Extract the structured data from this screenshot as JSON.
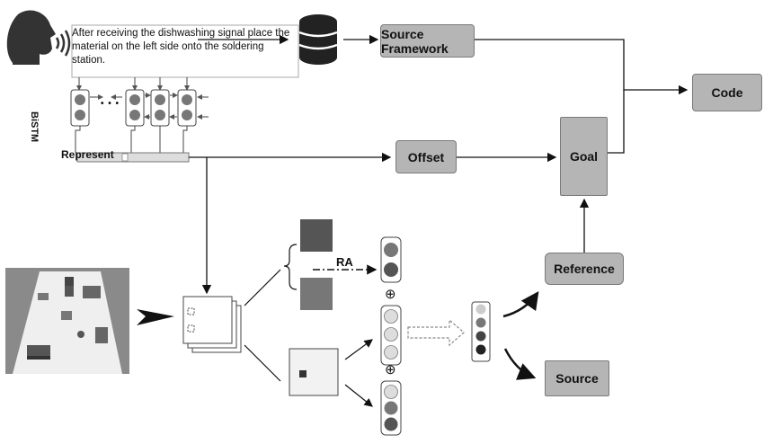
{
  "speech_text": "After receiving the dishwashing signal place the material on the left side onto the soldering station.",
  "labels": {
    "source_framework": "Source Framework",
    "code": "Code",
    "bistm": "BiSTM",
    "represent": "Represent",
    "offset": "Offset",
    "goal": "Goal",
    "reference": "Reference",
    "source": "Source",
    "ra": "RA",
    "ellipsis": "• • •",
    "oplus": "⊕"
  },
  "icons": [
    "speaking-head-icon",
    "sound-waves-icon",
    "database-icon",
    "scene-image",
    "dashed-arrow-icon"
  ],
  "colors": {
    "box_fill": "#b5b5b5",
    "box_border": "#7a7a7a",
    "line": "#111111",
    "dark_square": "#555555",
    "mid_square": "#777777"
  }
}
